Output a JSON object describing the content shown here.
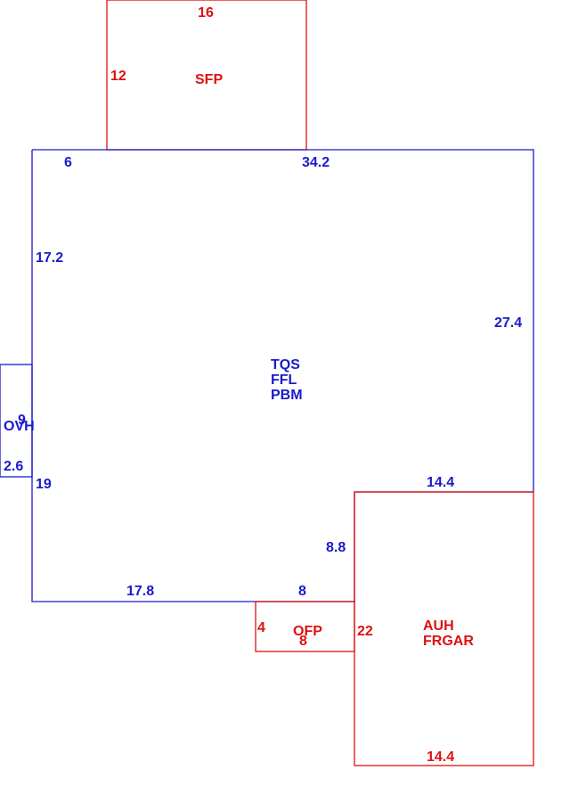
{
  "colors": {
    "main": "#1a1acc",
    "secondary": "#dd1111"
  },
  "sfp": {
    "code": "SFP",
    "top_dim": "16",
    "side_dim": "12"
  },
  "main_area": {
    "codes": [
      "TQS",
      "FFL",
      "PBM"
    ],
    "dims": {
      "top_left": "6",
      "top_right": "34.2",
      "left_upper": "17.2",
      "right": "27.4",
      "left_lower": "19",
      "bottom_left": "17.8",
      "bottom_notch": "8",
      "notch_side": "8.8",
      "garage_top": "14.4"
    }
  },
  "ovh": {
    "code": "OVH",
    "dim_a": "9",
    "dim_b": "2.6"
  },
  "ofp": {
    "code": "OFP",
    "dim_side": "4",
    "dim_bottom": "8"
  },
  "garage": {
    "codes": [
      "AUH",
      "FRGAR"
    ],
    "side_dim": "22",
    "bottom_dim": "14.4"
  }
}
